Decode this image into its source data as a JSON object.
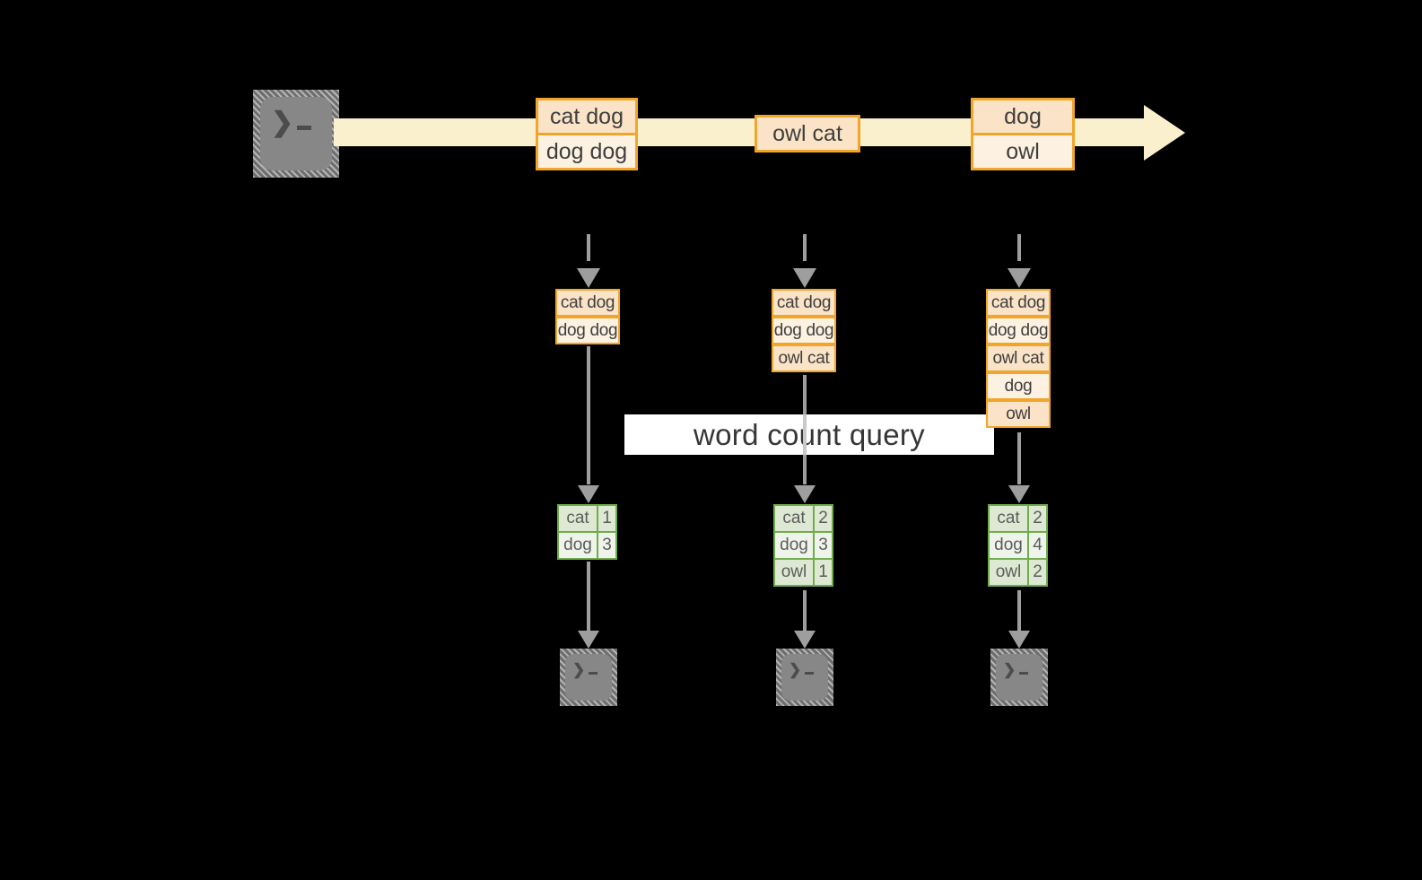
{
  "query_label": {
    "text": "word count query"
  },
  "stream": {
    "batch1": [
      "cat dog",
      "dog dog"
    ],
    "batch2": [
      "owl cat"
    ],
    "batch3": [
      "dog",
      "owl"
    ]
  },
  "columns": [
    {
      "stack": [
        "cat dog",
        "dog dog"
      ],
      "table": {
        "rows": [
          {
            "word": "cat",
            "count": 1
          },
          {
            "word": "dog",
            "count": 3
          }
        ]
      }
    },
    {
      "stack": [
        "cat dog",
        "dog dog",
        "owl cat"
      ],
      "table": {
        "rows": [
          {
            "word": "cat",
            "count": 2
          },
          {
            "word": "dog",
            "count": 3
          },
          {
            "word": "owl",
            "count": 1
          }
        ]
      }
    },
    {
      "stack": [
        "cat dog",
        "dog dog",
        "owl cat",
        "dog",
        "owl"
      ],
      "table": {
        "rows": [
          {
            "word": "cat",
            "count": 2
          },
          {
            "word": "dog",
            "count": 4
          },
          {
            "word": "owl",
            "count": 2
          }
        ]
      }
    }
  ],
  "icons": {
    "terminal_glyph": "❯"
  },
  "colors": {
    "background": "#000000",
    "stream_band": "#FBF0CE",
    "event_border": "#F1A62B",
    "event_fill_dark": "#FAE3C6",
    "event_fill_light": "#FDF2E2",
    "table_border": "#70AB4E",
    "table_fill_dark": "#DEE9D3",
    "table_fill_light": "#EFF4EA",
    "arrow_gray": "#9E9E9E",
    "label_bg": "#FFFFFF",
    "terminal_gray": "#878787"
  }
}
